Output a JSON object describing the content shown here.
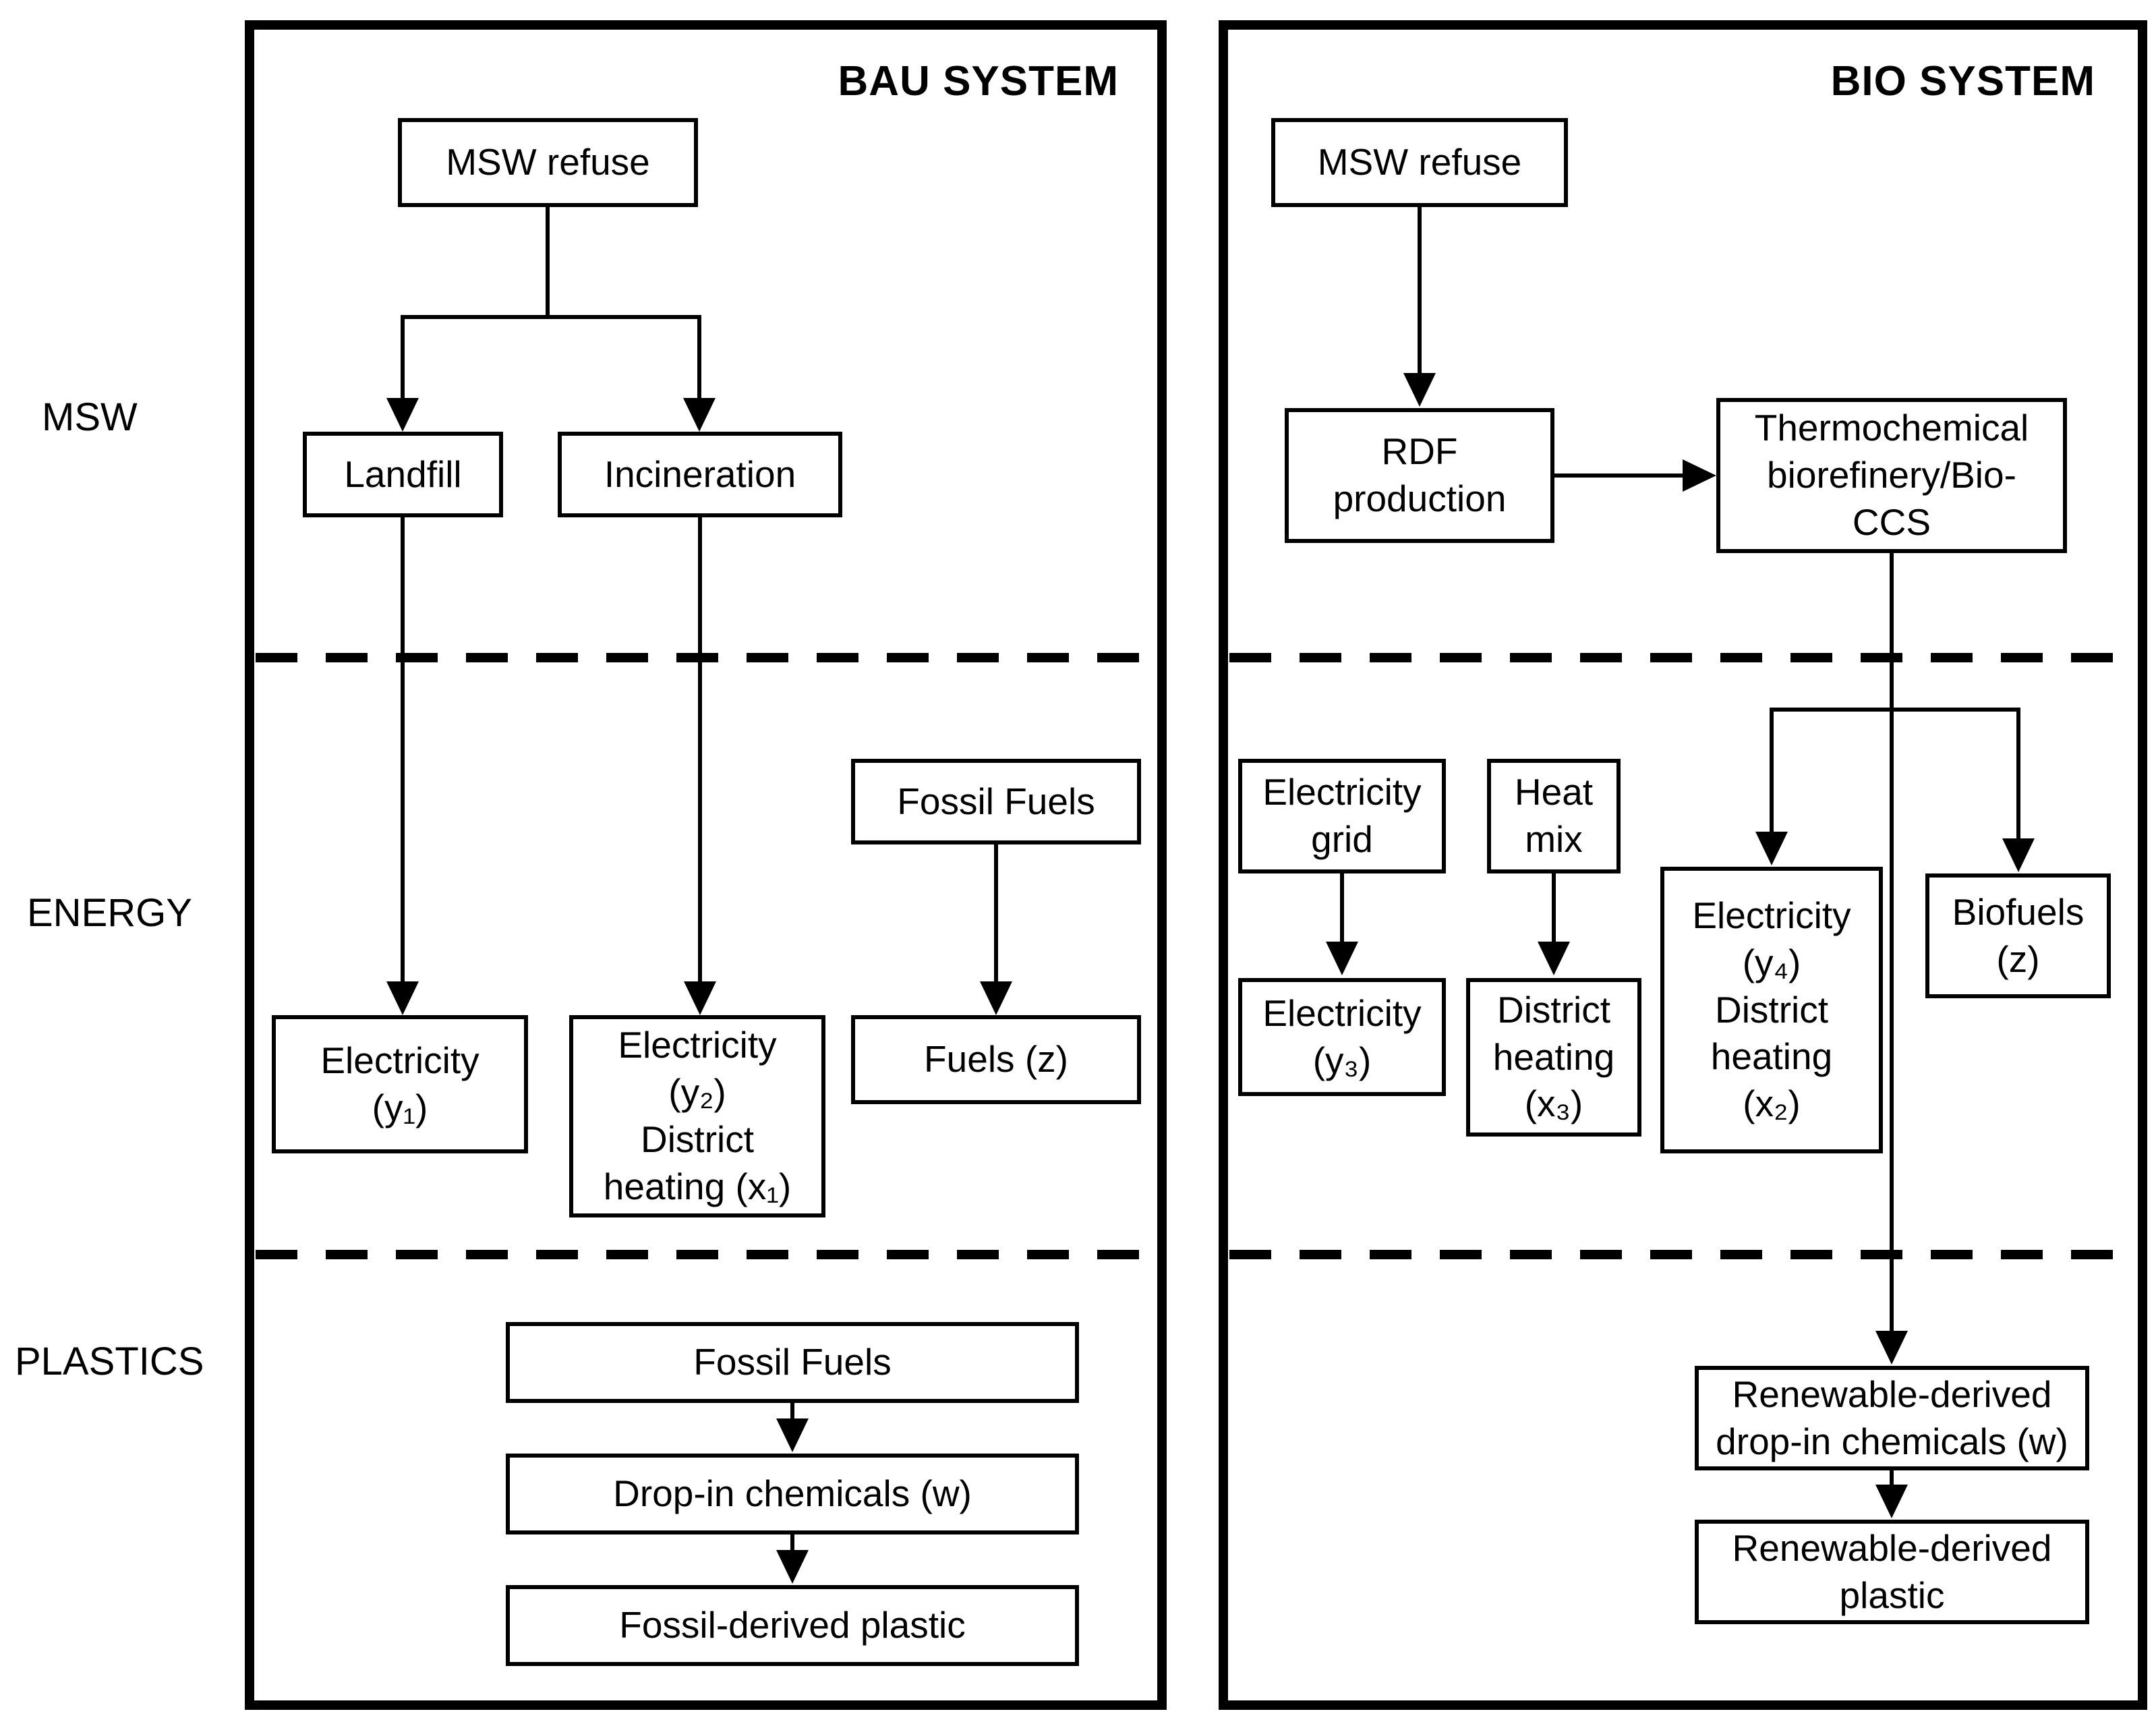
{
  "diagram": {
    "colors": {
      "line": "#000000",
      "background": "#ffffff"
    },
    "row_labels": {
      "msw": "MSW",
      "energy": "ENERGY",
      "plastics": "PLASTICS"
    },
    "bau": {
      "title": "BAU SYSTEM",
      "msw_refuse": "MSW refuse",
      "landfill": "Landfill",
      "incineration": "Incineration",
      "electricity_y1": "Electricity\n(y₁)",
      "electricity_y2_district_heating_x1": "Electricity\n(y₂)\nDistrict\nheating (x₁)",
      "fossil_fuels_energy": "Fossil Fuels",
      "fuels_z": "Fuels (z)",
      "fossil_fuels_plastics": "Fossil Fuels",
      "drop_in_chemicals": "Drop-in chemicals (w)",
      "fossil_derived_plastic": "Fossil-derived plastic"
    },
    "bio": {
      "title": "BIO SYSTEM",
      "msw_refuse": "MSW refuse",
      "rdf_production": "RDF\nproduction",
      "thermochemical_biorefinery": "Thermochemical\nbiorefinery/Bio-\nCCS",
      "electricity_grid": "Electricity\ngrid",
      "heat_mix": "Heat\nmix",
      "electricity_y3": "Electricity\n(y₃)",
      "district_heating_x3": "District\nheating\n(x₃)",
      "electricity_y4_district_heating_x2": "Electricity\n(y₄)\nDistrict\nheating\n(x₂)",
      "biofuels_z": "Biofuels\n(z)",
      "renewable_drop_in_chemicals": "Renewable-derived\ndrop-in chemicals (w)",
      "renewable_plastic": "Renewable-derived\nplastic"
    }
  }
}
